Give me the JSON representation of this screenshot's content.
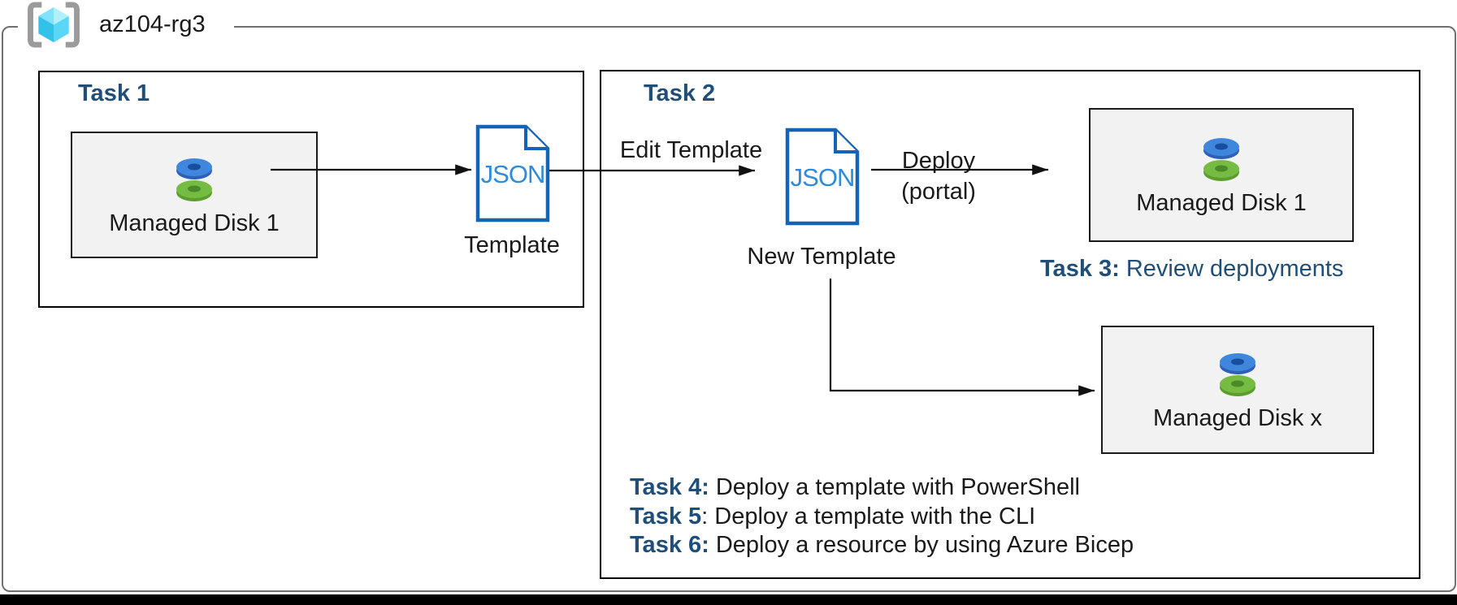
{
  "resource_group": {
    "name": "az104-rg3"
  },
  "task1": {
    "title": "Task 1",
    "disk_box": {
      "label": "Managed Disk 1"
    },
    "json_icon_text": "JSON",
    "template_caption": "Template"
  },
  "task2": {
    "title": "Task 2",
    "edit_template_label": "Edit Template",
    "json_icon_text": "JSON",
    "new_template_caption": "New Template",
    "deploy_label": "Deploy",
    "deploy_sublabel": "(portal)",
    "disk_box_1": {
      "label": "Managed Disk 1"
    },
    "disk_box_x": {
      "label": "Managed Disk x"
    },
    "task3": {
      "prefix": "Task 3:",
      "text": " Review deployments"
    },
    "task_list": [
      {
        "prefix": "Task 4:",
        "text": " Deploy a template with PowerShell"
      },
      {
        "prefix": "Task 5",
        "text": ": Deploy a template with the CLI"
      },
      {
        "prefix": "Task 6:",
        "text": " Deploy a resource by using Azure Bicep"
      }
    ]
  },
  "colors": {
    "heading_navy": "#1F4E79",
    "json_text_blue": "#2F8AD9",
    "json_border_blue": "#1463B7",
    "disk_box_fill": "#F2F2F2",
    "frame_gray": "#6F6F6F",
    "disk_blue": "#3F86DC",
    "disk_green": "#76BC43"
  }
}
